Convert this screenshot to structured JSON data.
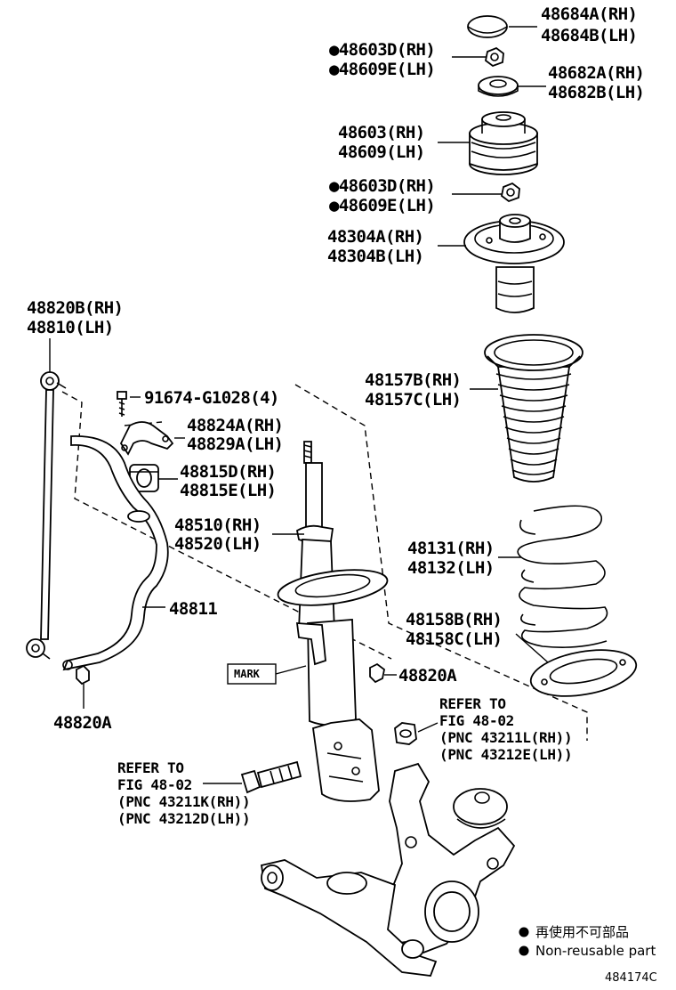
{
  "labels": {
    "cap": [
      "48684A(RH)",
      "48684B(LH)"
    ],
    "nut_top": [
      "●48603D(RH)",
      "●48609E(LH)"
    ],
    "bearing": [
      "48682A(RH)",
      "48682B(LH)"
    ],
    "support": [
      "48603(RH)",
      "48609(LH)"
    ],
    "nut_mid": [
      "●48603D(RH)",
      "●48609E(LH)"
    ],
    "seat_bumper": [
      "48304A(RH)",
      "48304B(LH)"
    ],
    "link": [
      "48820B(RH)",
      "48810(LH)"
    ],
    "bolt": "91674-G1028(4)",
    "bracket": [
      "48824A(RH)",
      "48829A(LH)"
    ],
    "bushing": [
      "48815D(RH)",
      "48815E(LH)"
    ],
    "boot": [
      "48157B(RH)",
      "48157C(LH)"
    ],
    "strut": [
      "48510(RH)",
      "48520(LH)"
    ],
    "spring": [
      "48131(RH)",
      "48132(LH)"
    ],
    "stabilizer_bar": "48811",
    "lower_insulator": [
      "48158B(RH)",
      "48158C(LH)"
    ],
    "nut_link_right": "48820A",
    "mark": "MARK",
    "nut_link_bottom": "48820A",
    "refer_right": [
      "REFER TO",
      "FIG 48-02",
      "(PNC 43211L(RH))",
      "(PNC 43212E(LH))"
    ],
    "refer_left": [
      "REFER TO",
      "FIG 48-02",
      "(PNC 43211K(RH))",
      "(PNC 43212D(LH))"
    ]
  },
  "legend": {
    "japanese": "再使用不可部品",
    "english": "Non-reusable part"
  },
  "figure_code": "484174C"
}
